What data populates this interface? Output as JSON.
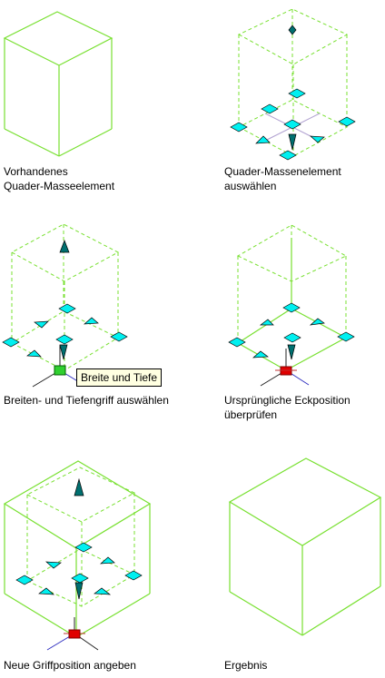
{
  "panels": [
    {
      "id": "p1",
      "caption": [
        "Vorhandenes",
        "Quader-Masseelement"
      ]
    },
    {
      "id": "p2",
      "caption": [
        "Quader-Massenelement",
        "auswählen"
      ]
    },
    {
      "id": "p3",
      "caption": [
        "Breiten- und Tiefengriff auswählen"
      ]
    },
    {
      "id": "p4",
      "caption": [
        "Ursprüngliche Eckposition",
        "überprüfen"
      ]
    },
    {
      "id": "p5",
      "caption": [
        "Neue Griffposition angeben"
      ]
    },
    {
      "id": "p6",
      "caption": [
        "Ergebnis"
      ]
    }
  ],
  "tooltip": "Breite und Tiefe",
  "colors": {
    "edge": "#78e030",
    "grip": "#00f0f0",
    "grip_outline": "#000000",
    "arrow": "#007070",
    "grip_hot_green": "#30d030",
    "grip_hot_red": "#e00000",
    "axis_red": "#c03030",
    "axis_blue": "#3030c0",
    "axis_dark": "#202020"
  }
}
